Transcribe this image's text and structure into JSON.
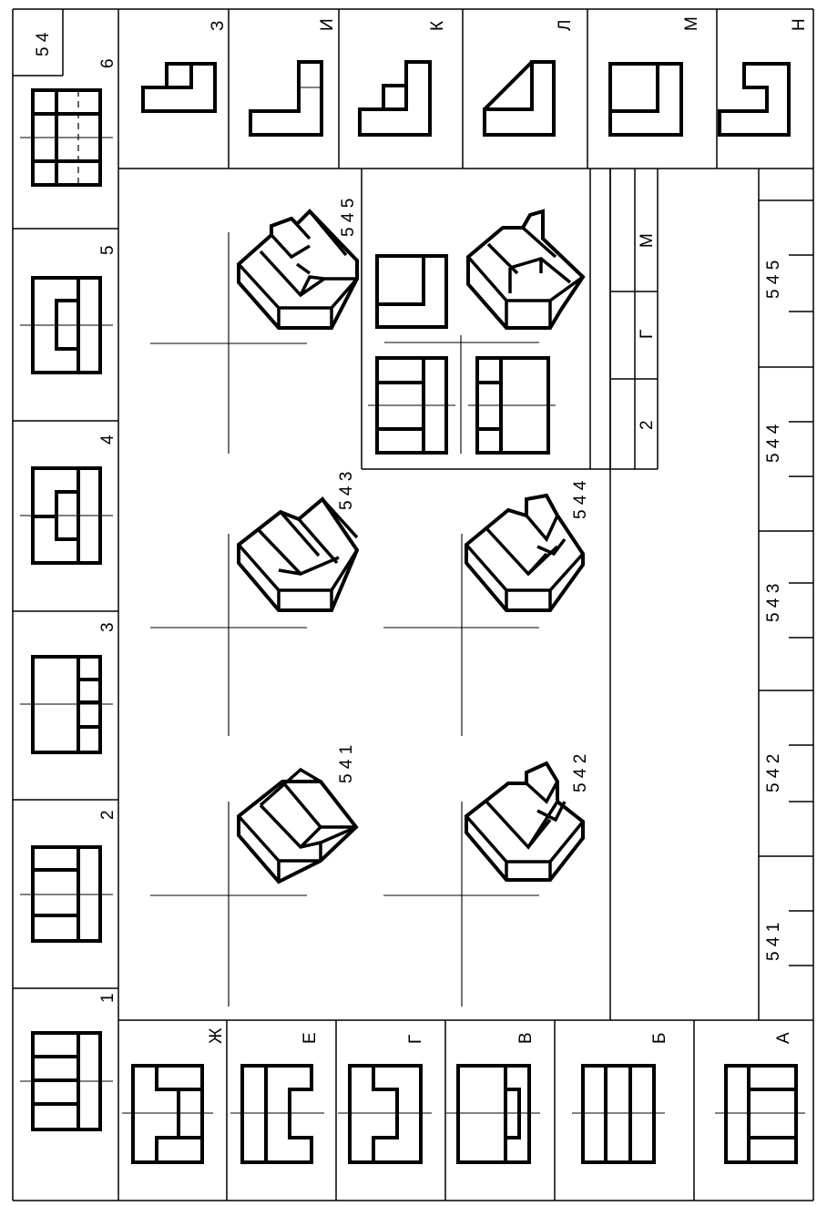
{
  "sheet": {
    "page_number": "5 4",
    "view_numbers": [
      "1",
      "2",
      "3",
      "4",
      "5",
      "6"
    ],
    "option_letters": [
      "А",
      "Б",
      "В",
      "Г",
      "Е",
      "Ж"
    ],
    "profile_letters": [
      "З",
      "И",
      "К",
      "Л",
      "М",
      "Н"
    ],
    "task_labels": [
      "5 4 1",
      "5 4 2",
      "5 4 3",
      "5 4 4",
      "5 4 5"
    ],
    "answer_columns": [
      "5 4 1",
      "5 4 2",
      "5 4 3",
      "5 4 4",
      "5 4 5"
    ],
    "example_answer": [
      "2",
      "Г",
      "М"
    ]
  }
}
